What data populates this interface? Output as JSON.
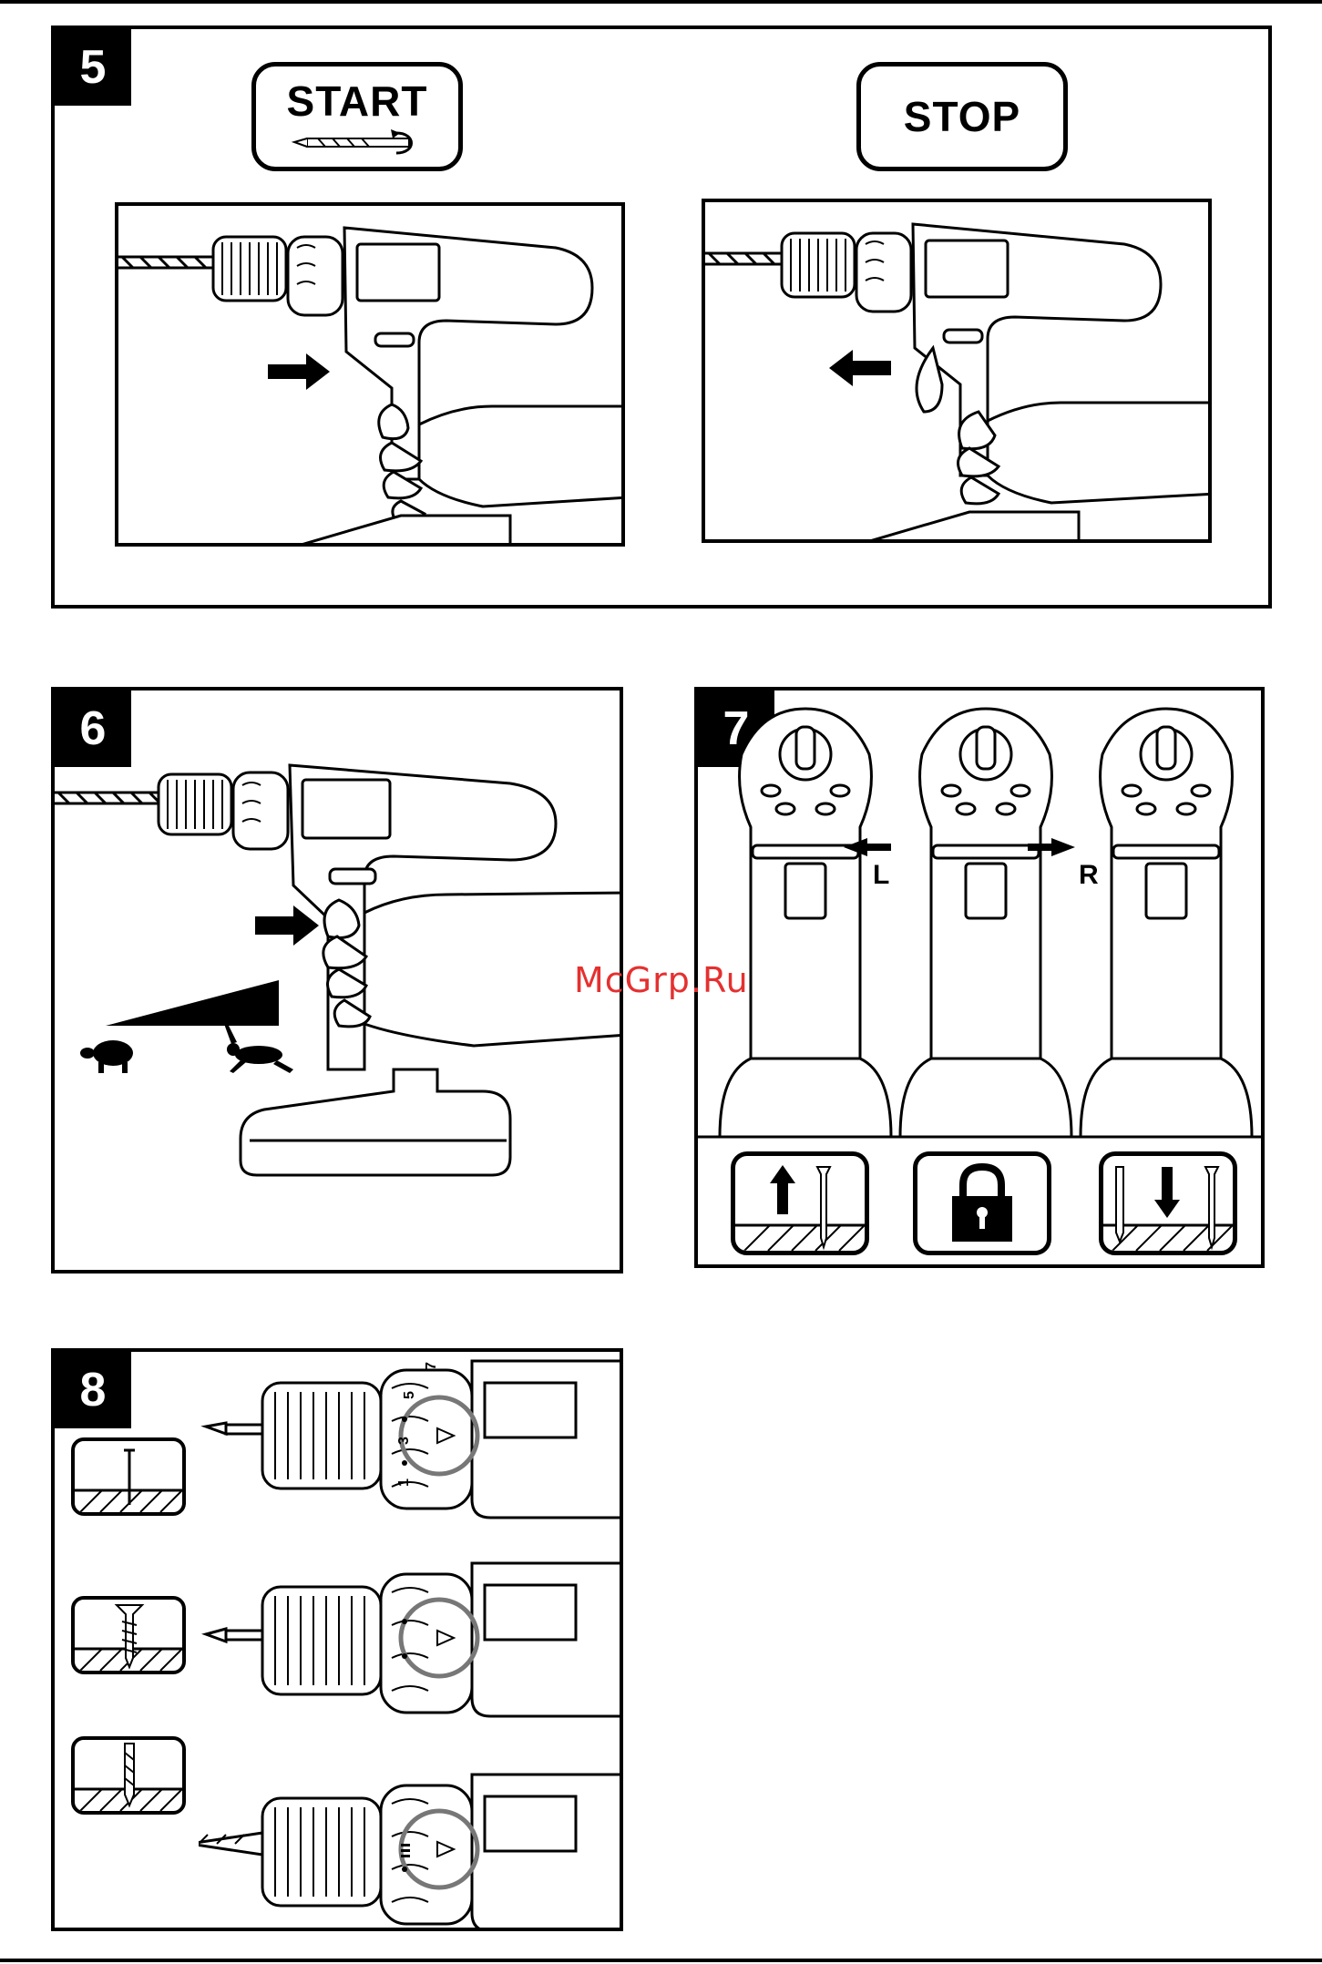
{
  "watermark": "McGrp.Ru",
  "panels": {
    "p5": {
      "number": "5",
      "start_label": "START",
      "stop_label": "STOP"
    },
    "p6": {
      "number": "6",
      "slow_icon": "turtle-icon",
      "fast_icon": "hare-icon"
    },
    "p7": {
      "number": "7",
      "left_label": "L",
      "right_label": "R",
      "modes": [
        "unscrew-icon",
        "lock-icon",
        "screw-in-icon"
      ]
    },
    "p8": {
      "number": "8",
      "dial_marks": [
        "1",
        "3",
        "5",
        "7"
      ],
      "modes": [
        "nail-icon",
        "screw-icon",
        "drill-bit-icon"
      ]
    }
  },
  "colors": {
    "ink": "#000000",
    "paper": "#ffffff",
    "watermark": "#e53030",
    "dial_circle": "#777777"
  }
}
